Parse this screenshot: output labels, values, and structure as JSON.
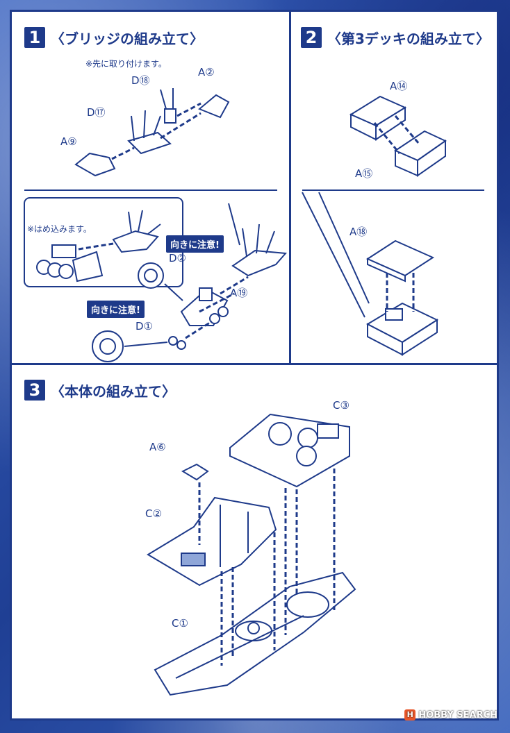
{
  "colors": {
    "ink": "#1e3a8a",
    "paper": "#ffffff",
    "background": "#2a4fa6"
  },
  "step1": {
    "number": "1",
    "title": "〈ブリッジの組み立て〉",
    "note_first": "※先に取り付けます。",
    "note_fit": "※はめ込みます。",
    "orientation_note": "向きに注意!",
    "parts": {
      "a2": "A②",
      "d18": "D⑱",
      "d17": "D⑰",
      "a9": "A⑨",
      "d2": "D②",
      "a19": "A⑲",
      "d1": "D①"
    }
  },
  "step2": {
    "number": "2",
    "title": "〈第3デッキの組み立て〉",
    "parts": {
      "a14": "A⑭",
      "a15": "A⑮",
      "a18": "A⑱"
    }
  },
  "step3": {
    "number": "3",
    "title": "〈本体の組み立て〉",
    "parts": {
      "c3": "C③",
      "a6": "A⑥",
      "c2": "C②",
      "c1": "C①"
    }
  },
  "watermark": {
    "logo": "H",
    "text": "HOBBY SEARCH"
  }
}
